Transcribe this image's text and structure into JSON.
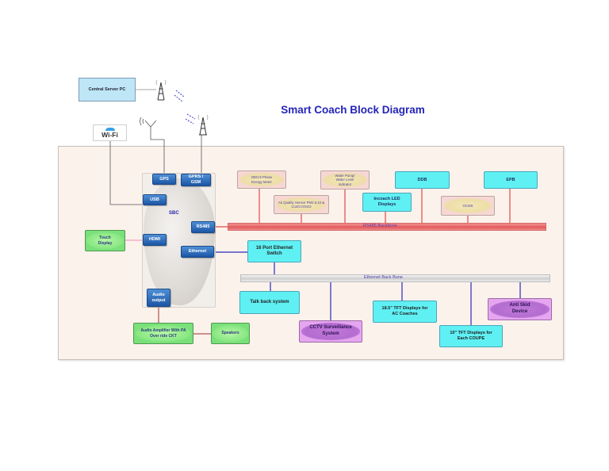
{
  "title": "Smart Coach Block Diagram",
  "external": {
    "central_server": "Central Server PC",
    "wifi": "Wi-Fi",
    "icons": [
      "tower-icon-server",
      "tower-icon-gsm",
      "antenna-icon-gps",
      "wifi-icon",
      "signal-waves-icon"
    ]
  },
  "sbc": {
    "label": "SBC",
    "ports": {
      "gps": "GPS",
      "gprs_gsm": "GPRS / GSM",
      "usb": "USB",
      "hdmi": "HDMI",
      "rs485": "RS485",
      "ethernet": "Ethernet",
      "audio_output": "Audio output"
    }
  },
  "peripherals": {
    "touch_display": "Touch Display",
    "audio_amplifier": "Audio Amplifier With PA Over ride CKT",
    "speakers": "Speakers"
  },
  "rs485": {
    "backbone_label": "RS485 Backbone",
    "devices": {
      "energy_meter": "DBC/3-Phase Energy Meter",
      "air_quality": "Air Quality Sensor PM2.5,10 & Co2/CO/SO2",
      "water_pump": "Water Pump/ Water Level Indicator",
      "incoach_led": "Incoach LED Displays",
      "ddb": "DDB",
      "ocms": "OCMS",
      "epb": "EPB"
    }
  },
  "ethernet": {
    "switch": "16 Port Ethernet Switch",
    "backbone_label": "Ethernet Back Bone",
    "devices": {
      "talkback": "Talk back system",
      "cctv": "CCTV Surveillance System",
      "tft_ac": "18.5\" TFT Displays for AC Coaches",
      "tft_coupe": "10\" TFT Displays for Each COUPE",
      "anti_skid": "Anti Skid Device"
    }
  },
  "colors": {
    "title": "#2424b8",
    "rs485_line": "#e04a4a",
    "ethernet_line": "#2a2ab8",
    "port_blue": "#1b56a4",
    "cyan_box": "#5ff0f4"
  }
}
